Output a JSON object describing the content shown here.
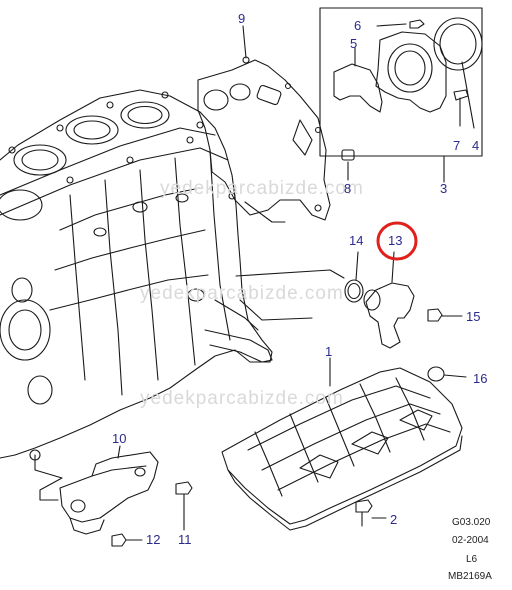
{
  "watermark": "yedekparcabizde.com",
  "callouts": {
    "c1": "1",
    "c2": "2",
    "c3": "3",
    "c4": "4",
    "c5": "5",
    "c6": "6",
    "c7": "7",
    "c8": "8",
    "c9": "9",
    "c10": "10",
    "c11": "11",
    "c12": "12",
    "c13": "13",
    "c14": "14",
    "c15": "15",
    "c16": "16"
  },
  "highlight_part": "13",
  "reference": {
    "code": "G03.020",
    "date": "02-2004",
    "engine": "L6",
    "drawing_id": "MB2169A"
  },
  "colors": {
    "callout_text": "#2b2b8c",
    "highlight_ring": "#e0201b",
    "line": "#1a1a1a",
    "watermark": "#d9d9d9"
  }
}
